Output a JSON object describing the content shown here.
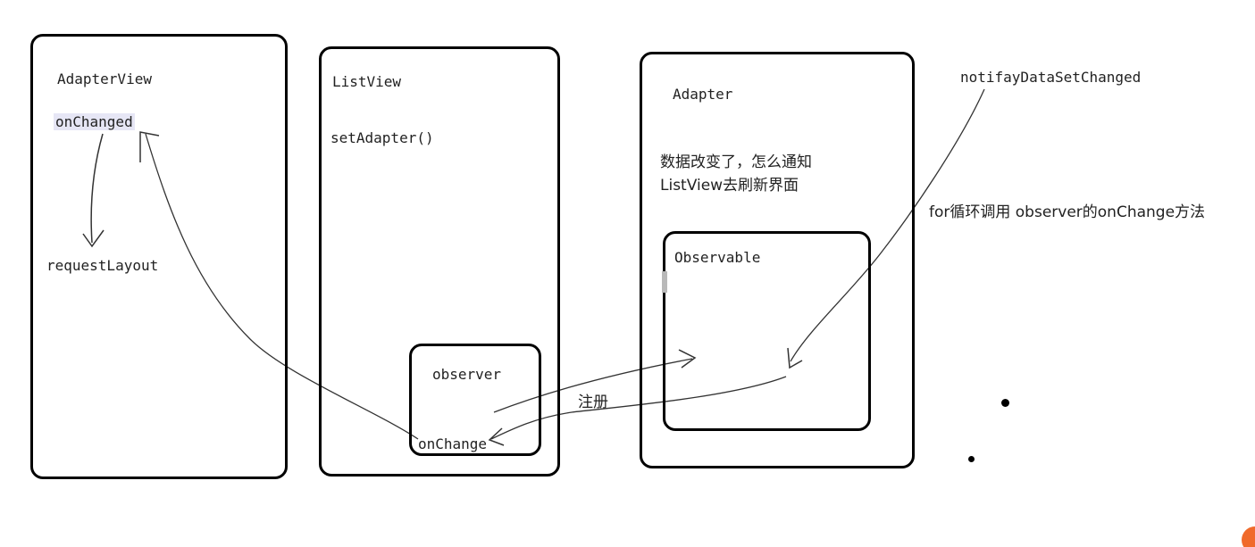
{
  "nodes": {
    "adapter_view": {
      "title": "AdapterView",
      "on_changed": "onChanged",
      "request_layout": "requestLayout"
    },
    "list_view": {
      "title": "ListView",
      "set_adapter": "setAdapter()"
    },
    "observer": {
      "title": "observer",
      "on_change": "onChange"
    },
    "adapter": {
      "title": "Adapter",
      "note_line1": "数据改变了，怎么通知",
      "note_line2": "ListView去刷新界面"
    },
    "observable": {
      "title": "Observable"
    }
  },
  "annotations": {
    "notify": "notifayDataSetChanged",
    "for_loop": "for循环调用 observer的onChange方法",
    "register": "注册"
  },
  "colors": {
    "stroke": "#000000",
    "edge": "#333333",
    "highlight": "#e6e6f5",
    "logo": "#f06a2b"
  }
}
